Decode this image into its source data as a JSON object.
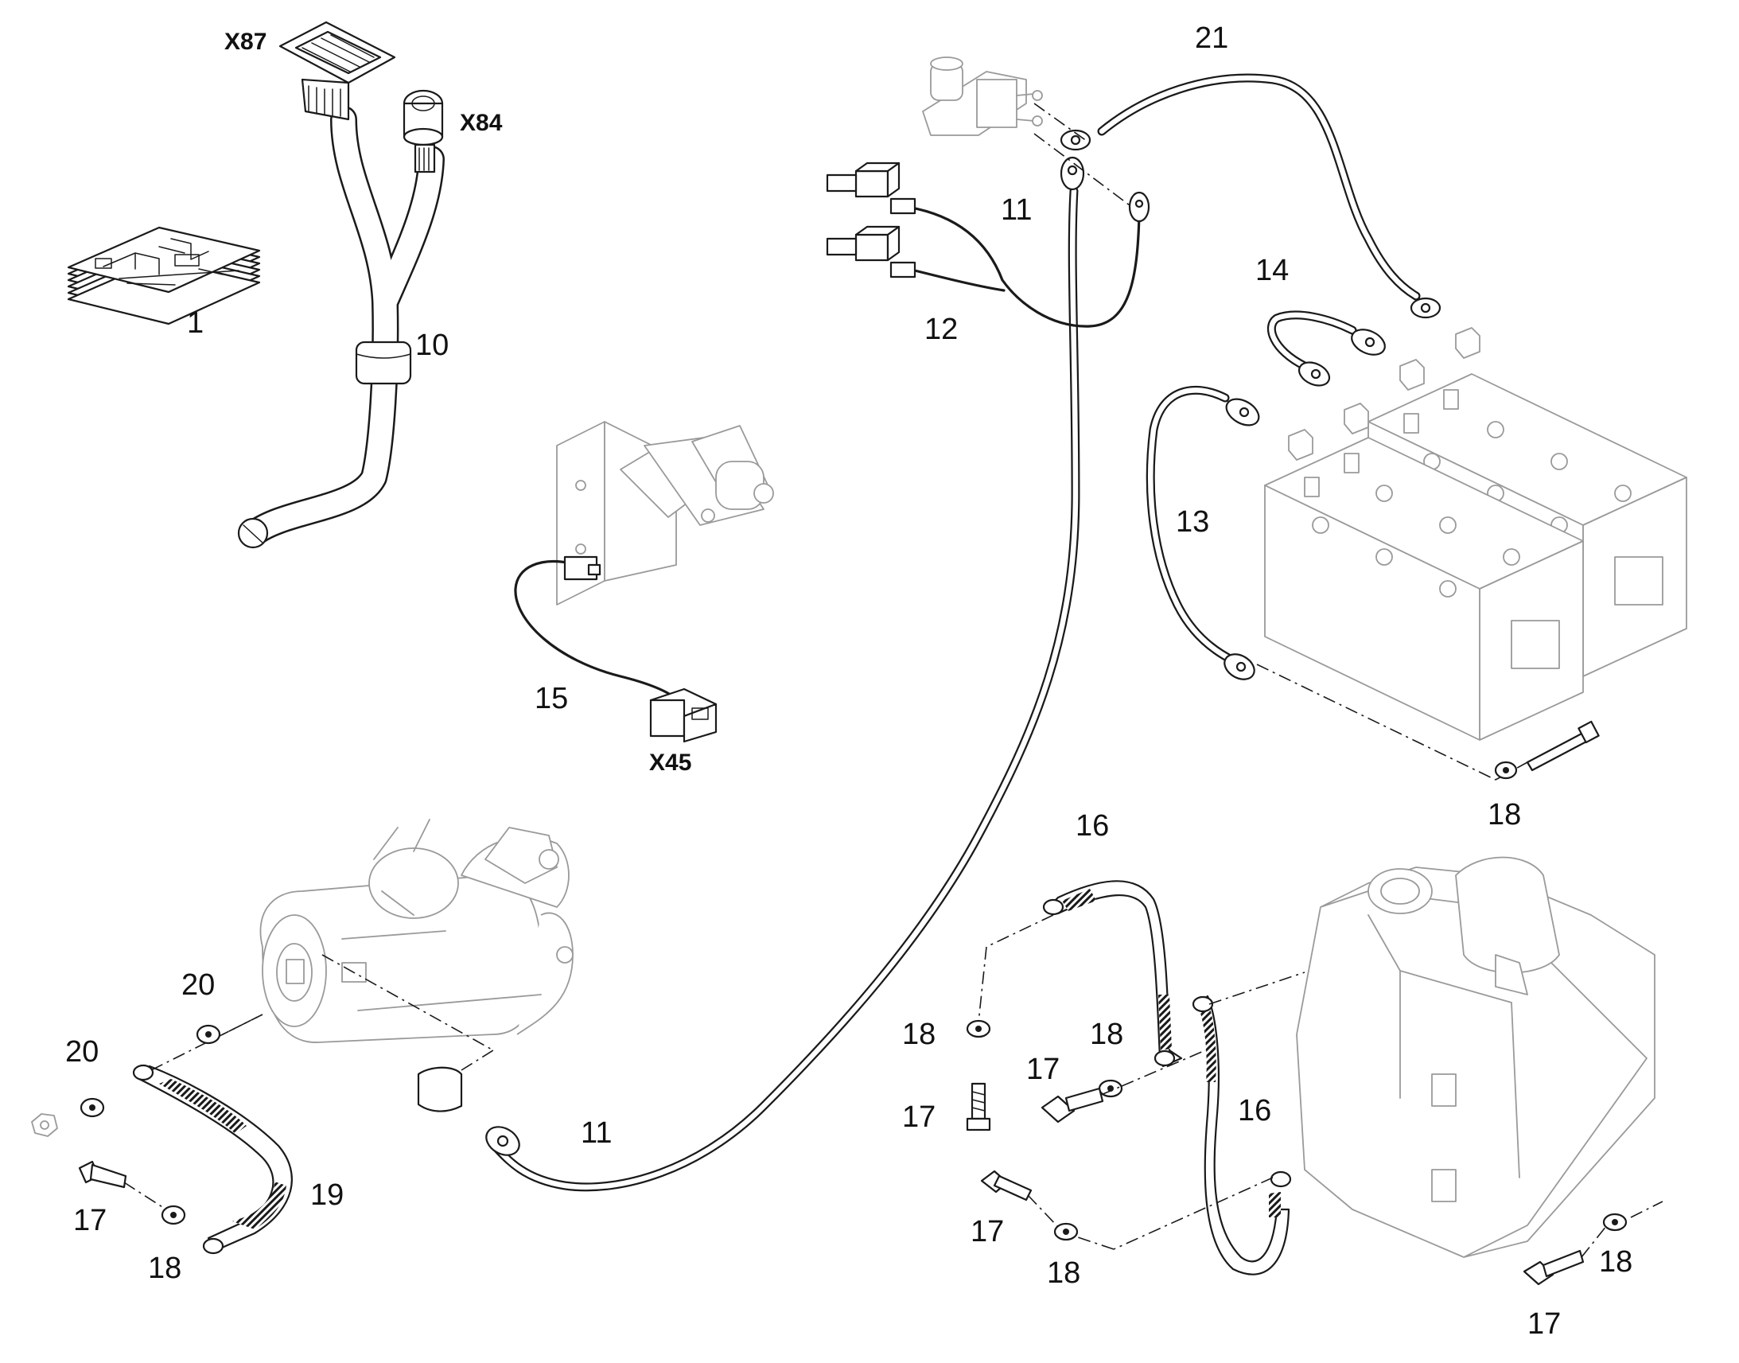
{
  "callouts": {
    "c1": "1",
    "c10": "10",
    "c11a": "11",
    "c11b": "11",
    "c12": "12",
    "c13": "13",
    "c14": "14",
    "c15": "15",
    "c16a": "16",
    "c16b": "16",
    "c17a": "17",
    "c17b": "17",
    "c17c": "17",
    "c17d": "17",
    "c17e": "17",
    "c18a": "18",
    "c18b": "18",
    "c18c": "18",
    "c18d": "18",
    "c18e": "18",
    "c18f": "18",
    "c19": "19",
    "c20a": "20",
    "c20b": "20",
    "c21": "21"
  },
  "connectors": {
    "x87": "X87",
    "x84": "X84",
    "x45": "X45"
  },
  "colors": {
    "line": "#1a1a1a",
    "context_part": "#9a9a9a",
    "background": "#ffffff"
  }
}
